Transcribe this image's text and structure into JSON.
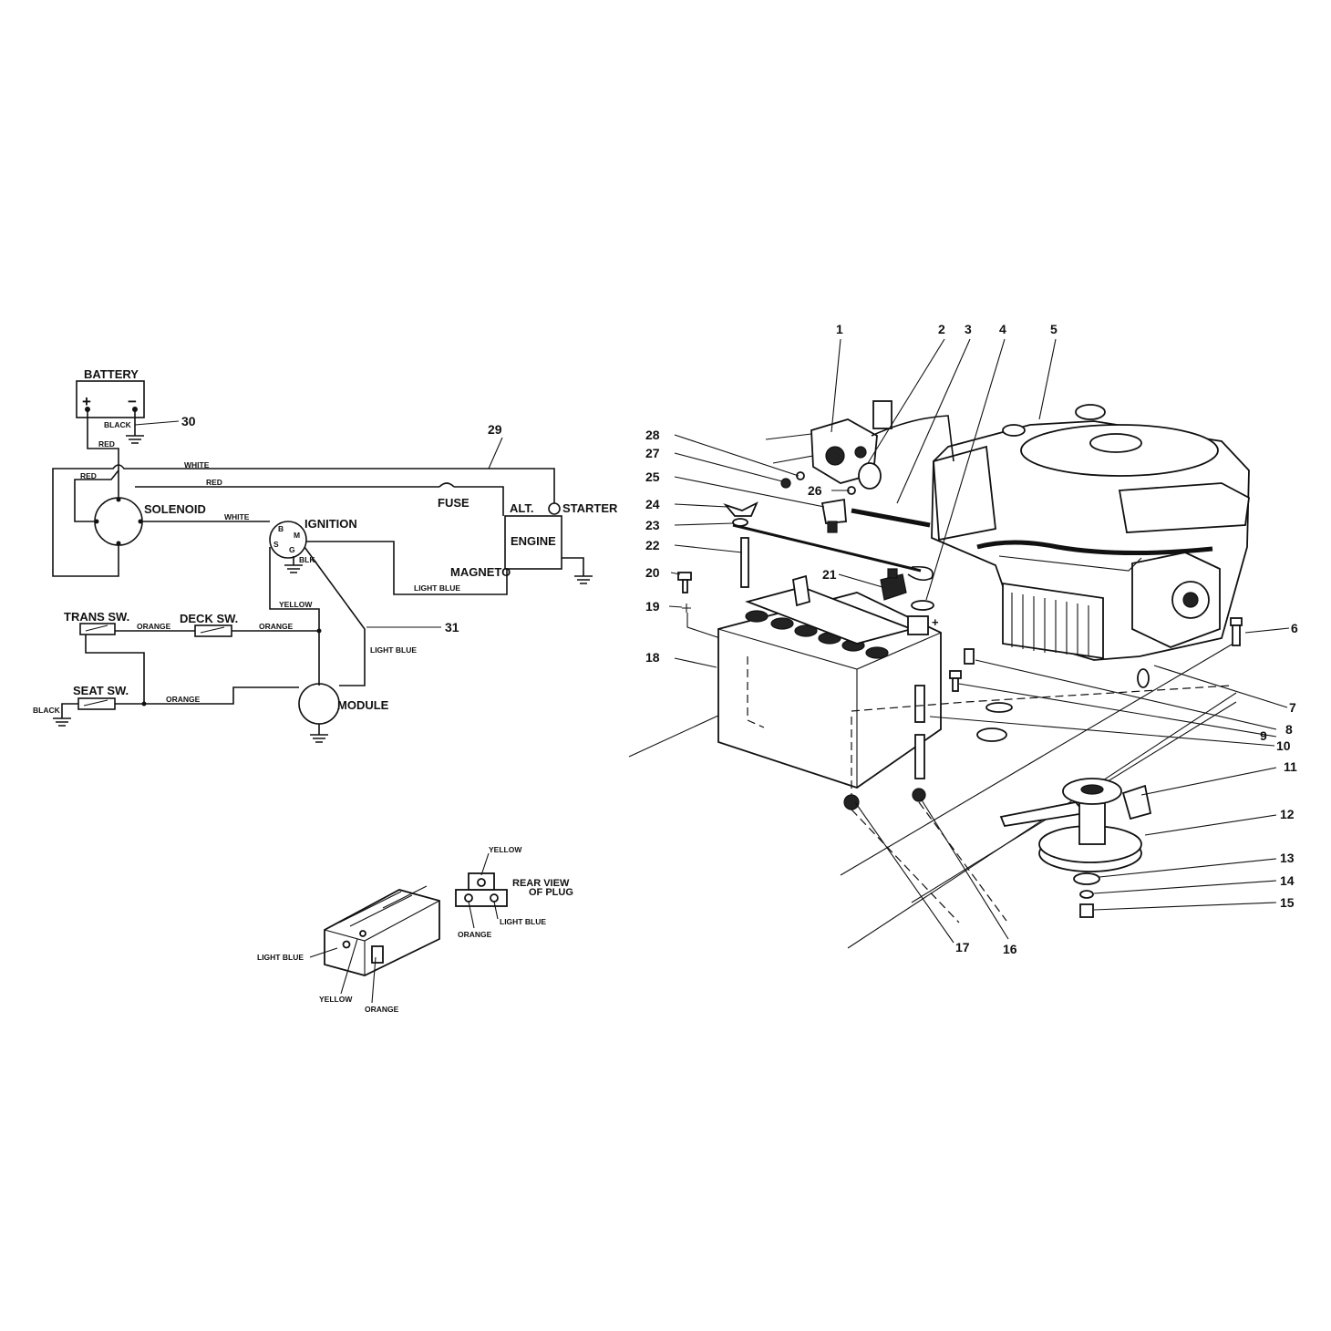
{
  "schematic": {
    "battery": "BATTERY",
    "battery_plus": "+",
    "battery_minus": "−",
    "black_1": "BLACK",
    "ref_30": "30",
    "red_1": "RED",
    "red_2": "RED",
    "red_3": "RED",
    "white_1": "WHITE",
    "white_2": "WHITE",
    "ref_29": "29",
    "solenoid": "SOLENOID",
    "fuse": "FUSE",
    "alt": "ALT.",
    "starter": "STARTER",
    "engine": "ENGINE",
    "magneto": "MAGNETO",
    "ignition": "IGNITION",
    "ign_b": "B",
    "ign_m": "M",
    "ign_s": "S",
    "ign_g": "G",
    "blk": "BLK.",
    "yellow": "YELLOW",
    "light_blue_1": "LIGHT BLUE",
    "light_blue_2": "LIGHT BLUE",
    "ref_31": "31",
    "trans_sw": "TRANS SW.",
    "deck_sw": "DECK SW.",
    "orange_1": "ORANGE",
    "orange_2": "ORANGE",
    "orange_3": "ORANGE",
    "seat_sw": "SEAT SW.",
    "black_2": "BLACK",
    "module": "MODULE"
  },
  "plug": {
    "yellow_top": "YELLOW",
    "rear_view_1": "REAR VIEW",
    "rear_view_2": "OF PLUG",
    "light_blue_rear": "LIGHT BLUE",
    "orange_rear": "ORANGE",
    "light_blue_front": "LIGHT BLUE",
    "yellow_front": "YELLOW",
    "orange_front": "ORANGE"
  },
  "callouts": [
    "1",
    "2",
    "3",
    "4",
    "5",
    "6",
    "7",
    "8",
    "9",
    "10",
    "11",
    "12",
    "13",
    "14",
    "15",
    "16",
    "17",
    "18",
    "19",
    "20",
    "21",
    "22",
    "23",
    "24",
    "25",
    "26",
    "27",
    "28"
  ],
  "battery_pos": "+"
}
